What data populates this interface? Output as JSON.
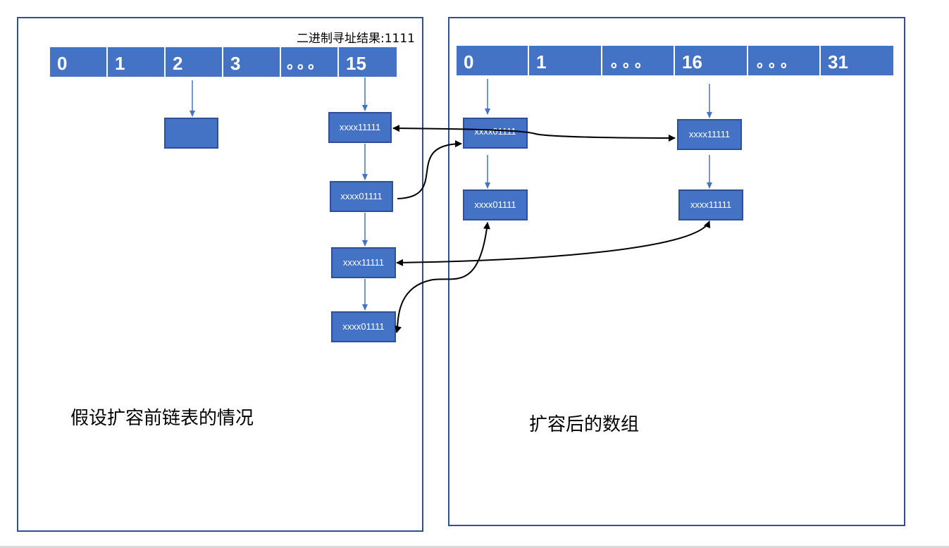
{
  "left_panel": {
    "hint": "二进制寻址结果:1111",
    "caption": "假设扩容前链表的情况",
    "array": [
      "0",
      "1",
      "2",
      "3",
      "。。。",
      "15"
    ],
    "nodes": [
      "xxxx11111",
      "xxxx01111",
      "xxxx11111",
      "xxxx01111"
    ]
  },
  "right_panel": {
    "caption": "扩容后的数组",
    "array": [
      "0",
      "1",
      "。。。",
      "16",
      "。。。",
      "31"
    ],
    "bucket0_nodes": [
      "xxxx01111",
      "xxxx01111"
    ],
    "bucket16_nodes": [
      "xxxx11111",
      "xxxx11111"
    ]
  },
  "colors": {
    "box_fill": "#4472c4",
    "box_border": "#2f4f96",
    "arrow_blue": "#4472c4",
    "arrow_black": "#000000"
  }
}
